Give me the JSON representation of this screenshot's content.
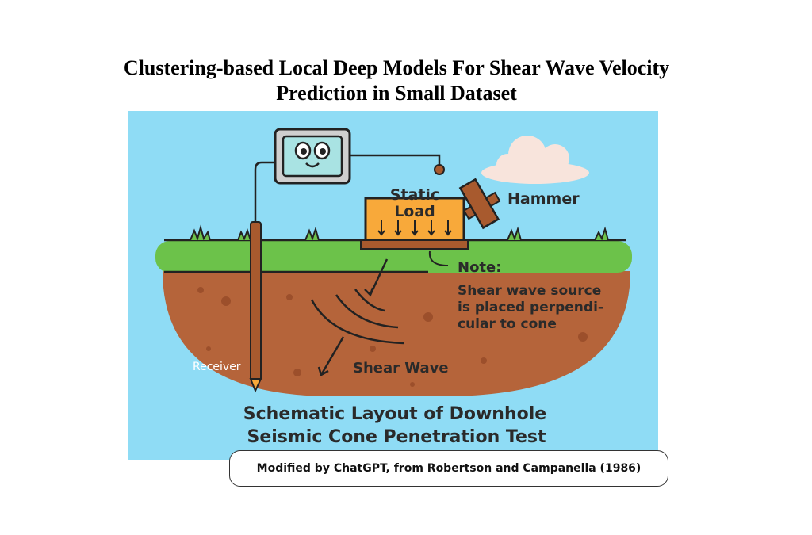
{
  "title": {
    "line1": "Clustering-based Local Deep Models For Shear Wave Velocity",
    "line2": "Prediction in Small Dataset"
  },
  "diagram": {
    "static_load": [
      "Static",
      "Load"
    ],
    "hammer": "Hammer",
    "note_title": "Note:",
    "note_lines": [
      "Shear wave source",
      "is placed perpendi-",
      "cular to cone"
    ],
    "receiver": "Receiver",
    "shear_wave": "Shear Wave",
    "schematic_title": [
      "Schematic Layout of Downhole",
      "Seismic Cone Penetration Test"
    ]
  },
  "caption": "Modified by ChatGPT, from Robertson and Campanella (1986)",
  "colors": {
    "sky": "#8fdcf5",
    "grass": "#6cc24a",
    "soil": "#b5643a",
    "load": "#f8a93a",
    "wood": "#a85a2e"
  }
}
